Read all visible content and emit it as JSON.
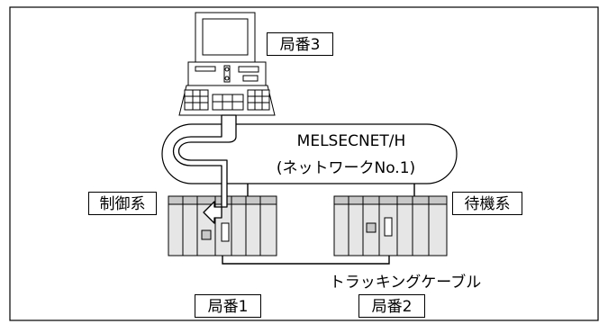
{
  "labels": {
    "station3": "局番3",
    "station1": "局番1",
    "station2": "局番2",
    "control_system": "制御系",
    "standby_system": "待機系",
    "tracking_cable": "トラッキングケーブル"
  },
  "network": {
    "name": "MELSECNET/H",
    "number": "(ネットワークNo.1)"
  },
  "colors": {
    "line": "#000000",
    "plc_body": "#e6e6e6",
    "plc_shade": "#c8c8c8"
  }
}
